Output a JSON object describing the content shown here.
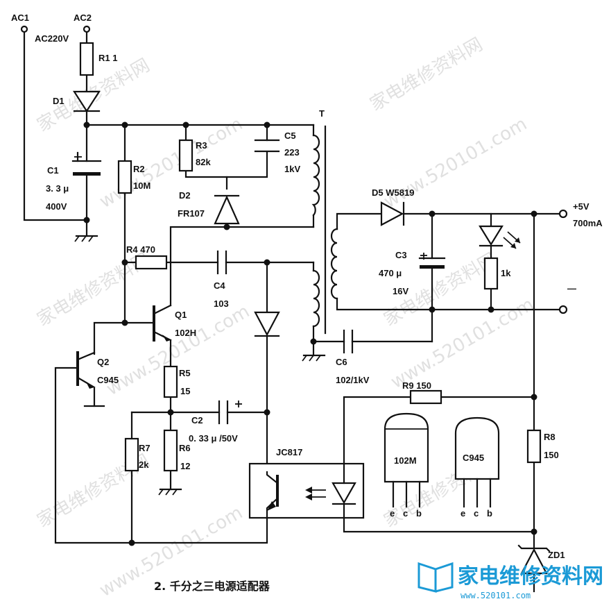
{
  "labels": {
    "ac1": "AC1",
    "ac2": "AC2",
    "ac220v": "AC220V",
    "r1": "R1  1",
    "d1": "D1",
    "c1_name": "C1",
    "c1_val": "3. 3 μ",
    "c1_volt": "400V",
    "r2_name": "R2",
    "r2_val": "10M",
    "r3_name": "R3",
    "r3_val": "82k",
    "c5_name": "C5",
    "c5_val": "223",
    "c5_volt": "1kV",
    "d2_name": "D2",
    "d2_val": "FR107",
    "t": "T",
    "d5": "D5  W5819",
    "out_pos": "+5V",
    "out_cur": "700mA",
    "out_neg": "—",
    "c3_name": "C3",
    "c3_val": "470 μ",
    "c3_volt": "16V",
    "r_led": "1k",
    "r4": "R4  470",
    "c4_name": "C4",
    "c4_val": "103",
    "q1_name": "Q1",
    "q1_val": "102H",
    "q2_name": "Q2",
    "q2_val": "C945",
    "r5_name": "R5",
    "r5_val": "15",
    "c6_name": "C6",
    "c6_val": "102/1kV",
    "r9": "R9  150",
    "c2_name": "C2",
    "c2_val": "0. 33 μ /50V",
    "r7_name": "R7",
    "r7_val": "2k",
    "r6_name": "R6",
    "r6_val": "12",
    "jc817": "JC817",
    "pkg1_name": "102M",
    "pkg2_name": "C945",
    "pins": [
      "e",
      "c",
      "b"
    ],
    "r8_name": "R8",
    "r8_val": "150",
    "zd1": "ZD1",
    "caption": "2. 千分之三电源适配器"
  },
  "watermarks": [
    "家电维修资料网",
    "www.520101.com"
  ],
  "logo": {
    "text": "家电维修资料网",
    "url": "www.520101.com"
  },
  "colors": {
    "ink": "#111111",
    "logo": "#1b9ad6",
    "watermark": "#c8c8c8"
  }
}
